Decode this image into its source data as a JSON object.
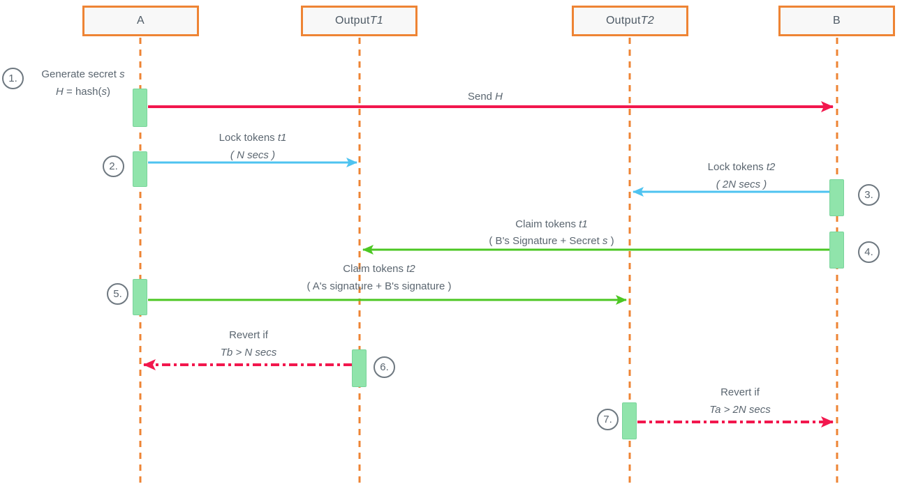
{
  "diagram_type": "sequence-diagram",
  "participants": [
    {
      "plain": "A"
    },
    {
      "plain": "Output ",
      "var": "T1"
    },
    {
      "plain": "Output ",
      "var": "T2"
    },
    {
      "plain": "B"
    }
  ],
  "steps": [
    "1.",
    "2.",
    "3.",
    "4.",
    "5.",
    "6.",
    "7."
  ],
  "notes": {
    "step1": {
      "l1": [
        {
          "t": "Generate secret "
        },
        {
          "t": "s"
        }
      ],
      "l2": [
        {
          "t": "H"
        },
        {
          "t": " = hash("
        },
        {
          "t": "s"
        },
        {
          "t": ")"
        }
      ]
    }
  },
  "messages": {
    "send_h": {
      "l1": [
        {
          "t": "Send "
        },
        {
          "t": "H"
        }
      ]
    },
    "lock_t1": {
      "l1": [
        {
          "t": "Lock tokens "
        },
        {
          "t": "t1"
        }
      ],
      "l2": [
        {
          "t": "( N secs )"
        }
      ]
    },
    "lock_t2": {
      "l1": [
        {
          "t": "Lock tokens "
        },
        {
          "t": "t2"
        }
      ],
      "l2": [
        {
          "t": "( 2N secs )"
        }
      ]
    },
    "claim_t1": {
      "l1": [
        {
          "t": "Claim tokens "
        },
        {
          "t": "t1"
        }
      ],
      "l2": [
        {
          "t": "( B's Signature + Secret "
        },
        {
          "t": "s"
        },
        {
          "t": " )"
        }
      ]
    },
    "claim_t2": {
      "l1": [
        {
          "t": "Claim tokens "
        },
        {
          "t": "t2"
        }
      ],
      "l2": [
        {
          "t": "( A's signature + B's signature )"
        }
      ]
    },
    "revert_t1": {
      "l1": [
        {
          "t": "Revert if"
        }
      ],
      "l2": [
        {
          "t": "Tb > N secs"
        }
      ]
    },
    "revert_t2": {
      "l1": [
        {
          "t": "Revert if"
        }
      ],
      "l2": [
        {
          "t": "Ta > 2N secs"
        }
      ]
    }
  },
  "colors": {
    "lifeline_orange": "#EE8434",
    "arrow_red": "#F2174D",
    "arrow_blue": "#4EC3F0",
    "arrow_green": "#4CC723",
    "activation_fill": "#90E4AB",
    "activation_border": "#79D49B",
    "header_fill": "#F8F8F8",
    "text_gray": "#5B6670"
  }
}
